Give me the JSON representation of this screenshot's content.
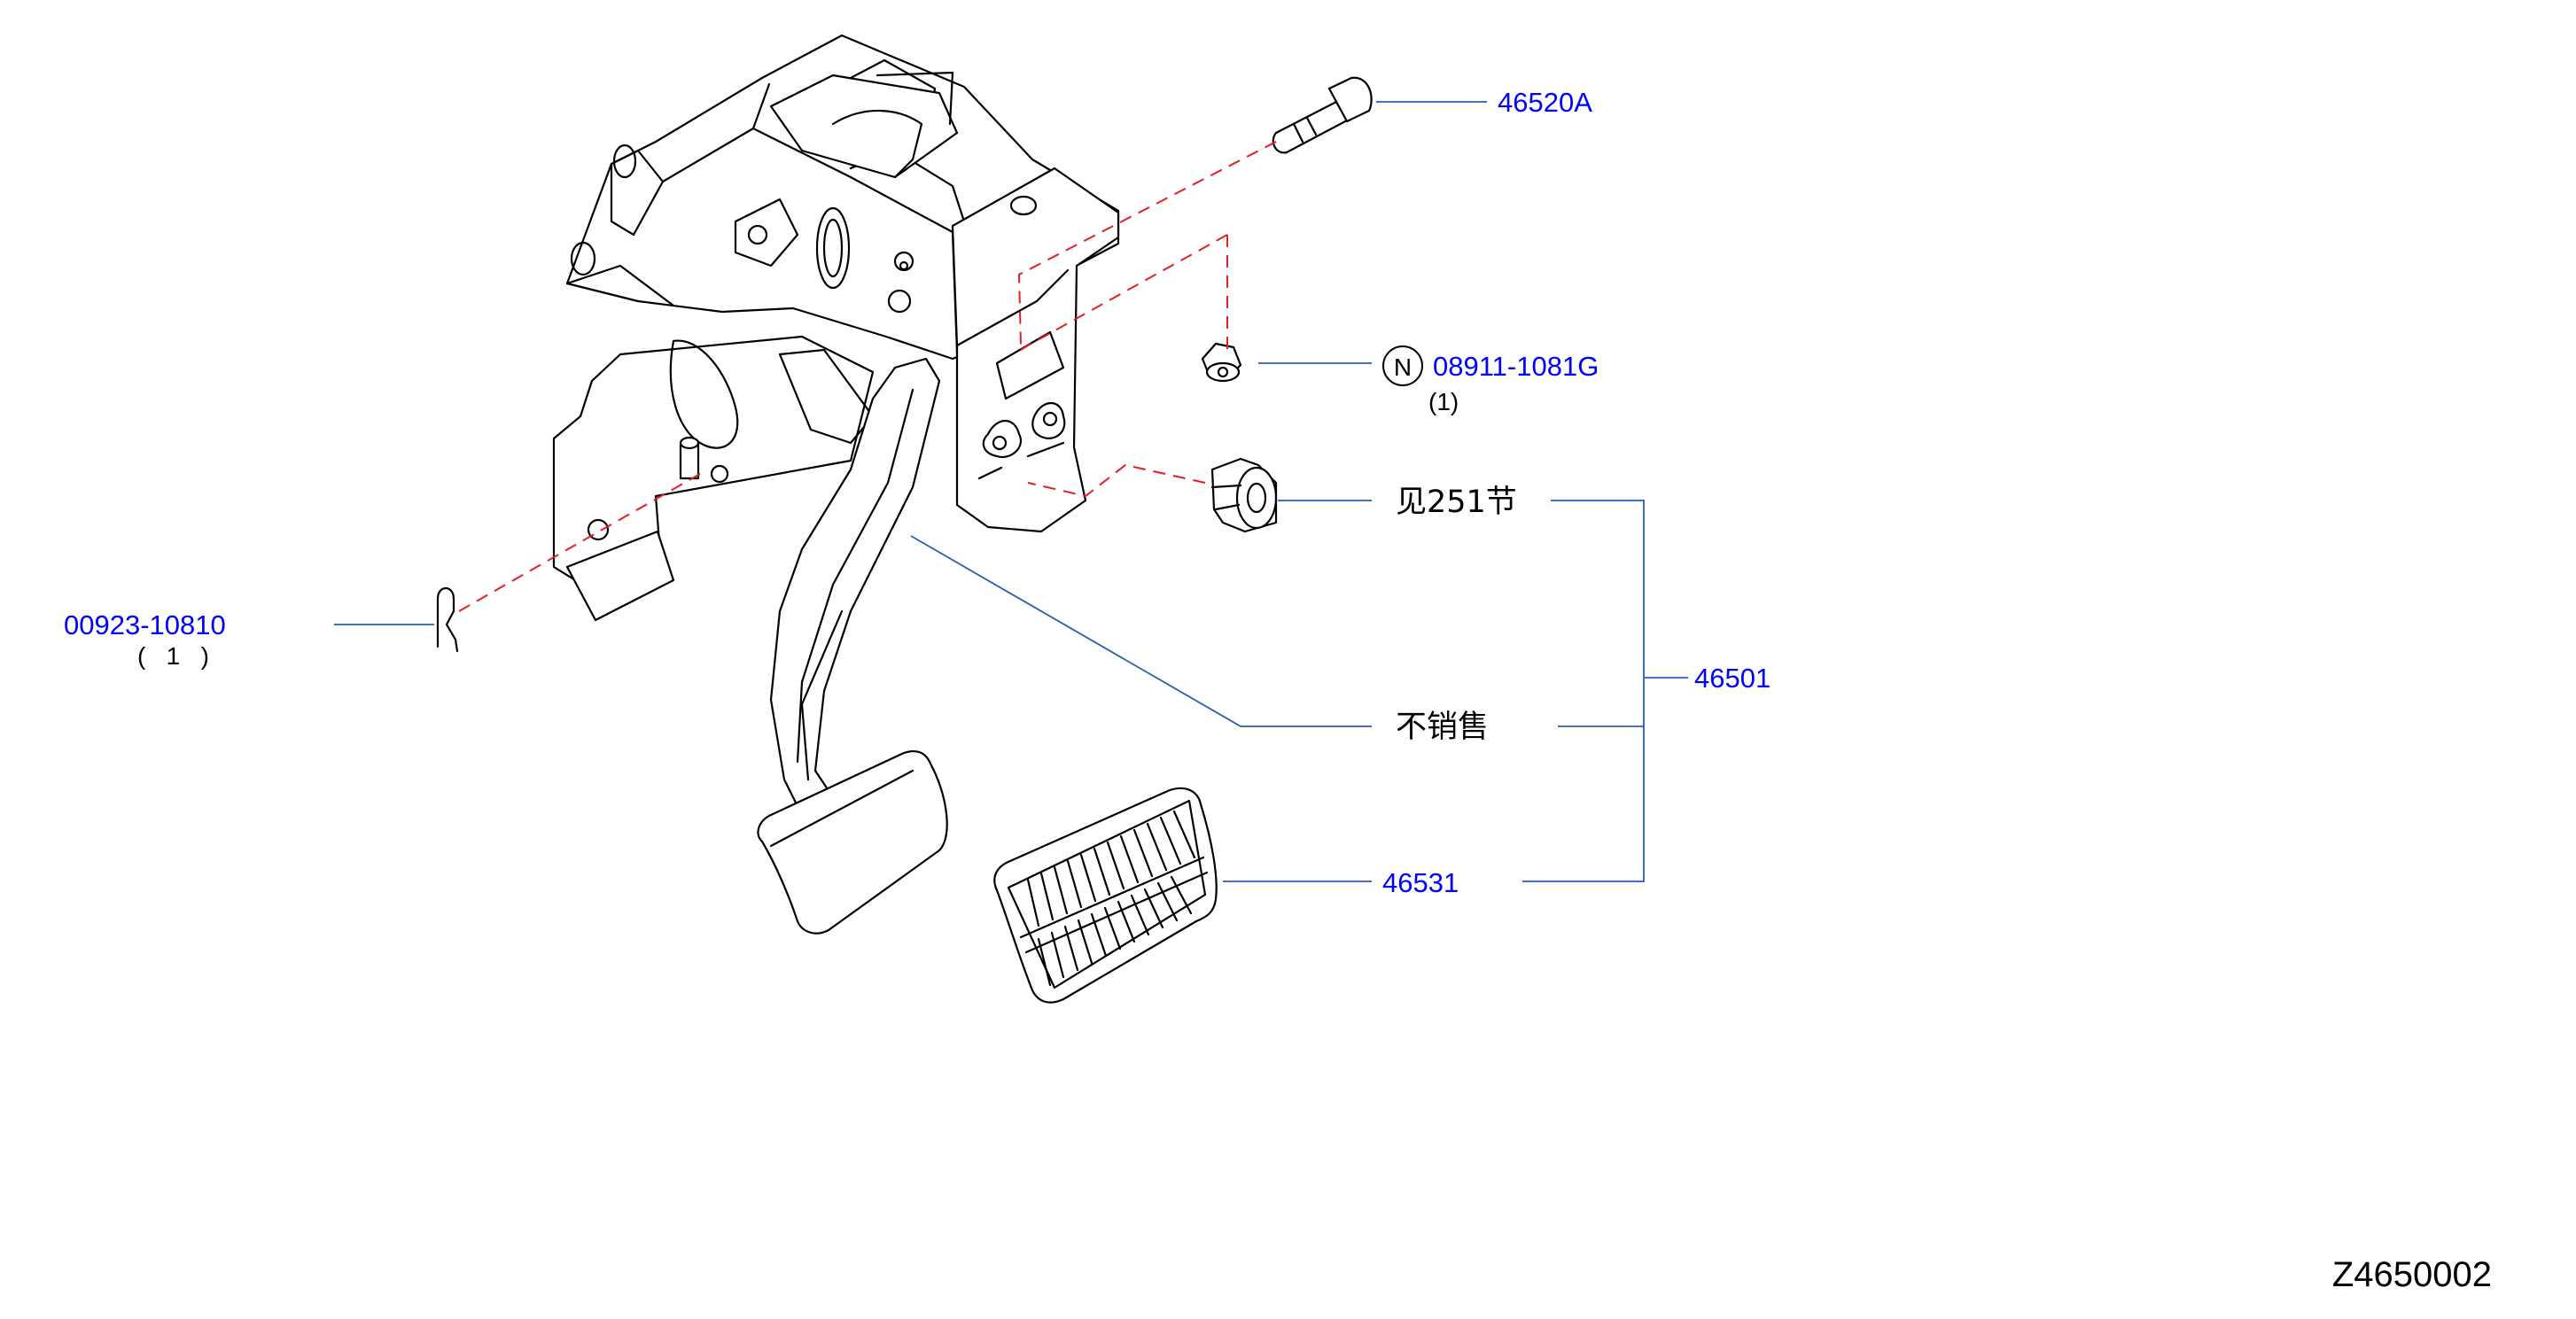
{
  "callouts": {
    "bolt": {
      "part_no": "46520A"
    },
    "nut": {
      "badge": "N",
      "part_no": "08911-1081G",
      "qty": "(1)"
    },
    "bushing": {
      "note": "见251节"
    },
    "not_sold": {
      "note": "不销售"
    },
    "assembly": {
      "part_no": "46501"
    },
    "pad": {
      "part_no": "46531"
    },
    "clip": {
      "part_no": "00923-10810",
      "qty": "(   1   )"
    }
  },
  "diagram_code": "Z4650002",
  "colors": {
    "part_number_text": "#0000ff",
    "leader_line": "#2a5fb0",
    "dashed_line": "#e31e24",
    "linework": "#000000"
  }
}
